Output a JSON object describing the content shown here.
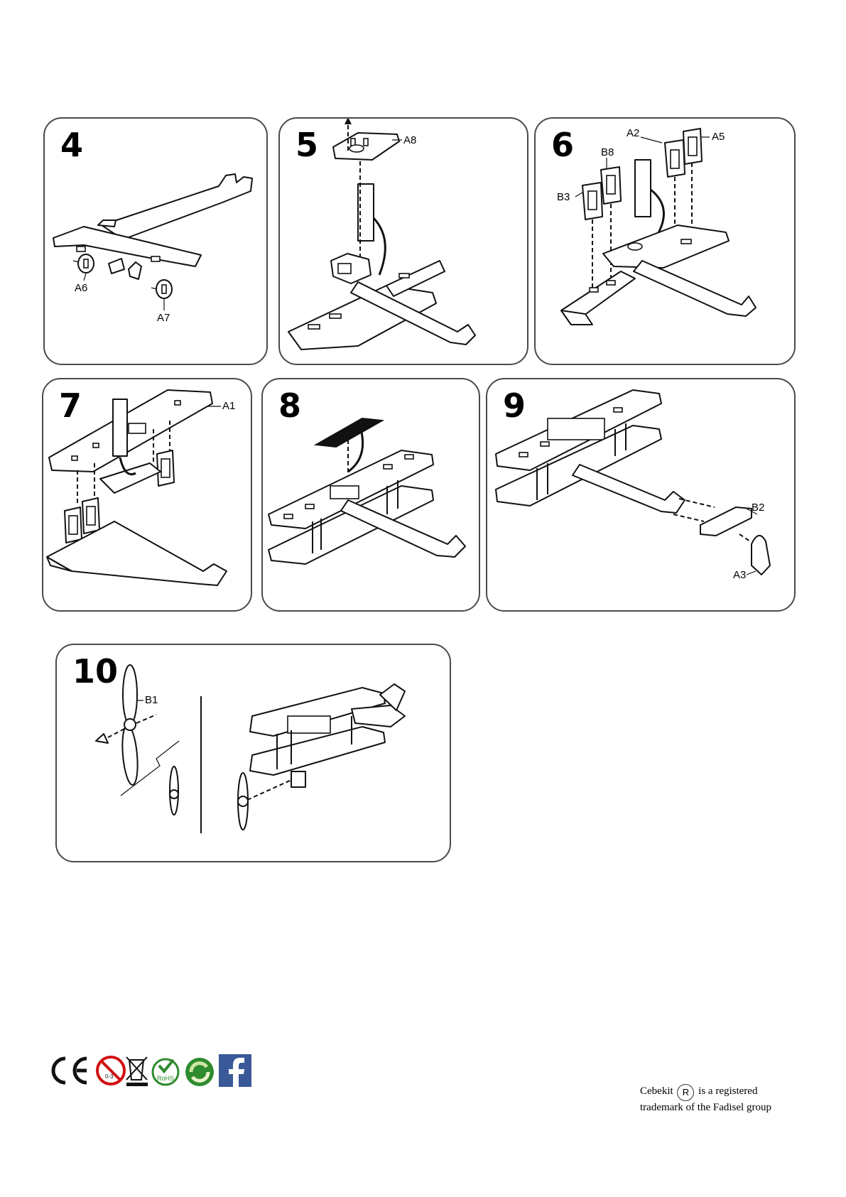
{
  "steps": [
    {
      "number": "4",
      "labels": [
        "A6",
        "A7"
      ]
    },
    {
      "number": "5",
      "labels": [
        "A8"
      ]
    },
    {
      "number": "6",
      "labels": [
        "A2",
        "A5",
        "B8",
        "B3"
      ]
    },
    {
      "number": "7",
      "labels": [
        "A1"
      ]
    },
    {
      "number": "8",
      "labels": []
    },
    {
      "number": "9",
      "labels": [
        "B2",
        "A3"
      ]
    },
    {
      "number": "10",
      "labels": [
        "B1"
      ]
    }
  ],
  "footer": {
    "logos": [
      "ce-mark",
      "age-0-3-warning",
      "weee-bin",
      "rohs",
      "green-dot-recycling",
      "facebook"
    ],
    "trademark_line1_brand": "Cebekit",
    "trademark_symbol": "R",
    "trademark_line1_rest": "is a registered",
    "trademark_line2": "trademark of the Fadisel group"
  }
}
